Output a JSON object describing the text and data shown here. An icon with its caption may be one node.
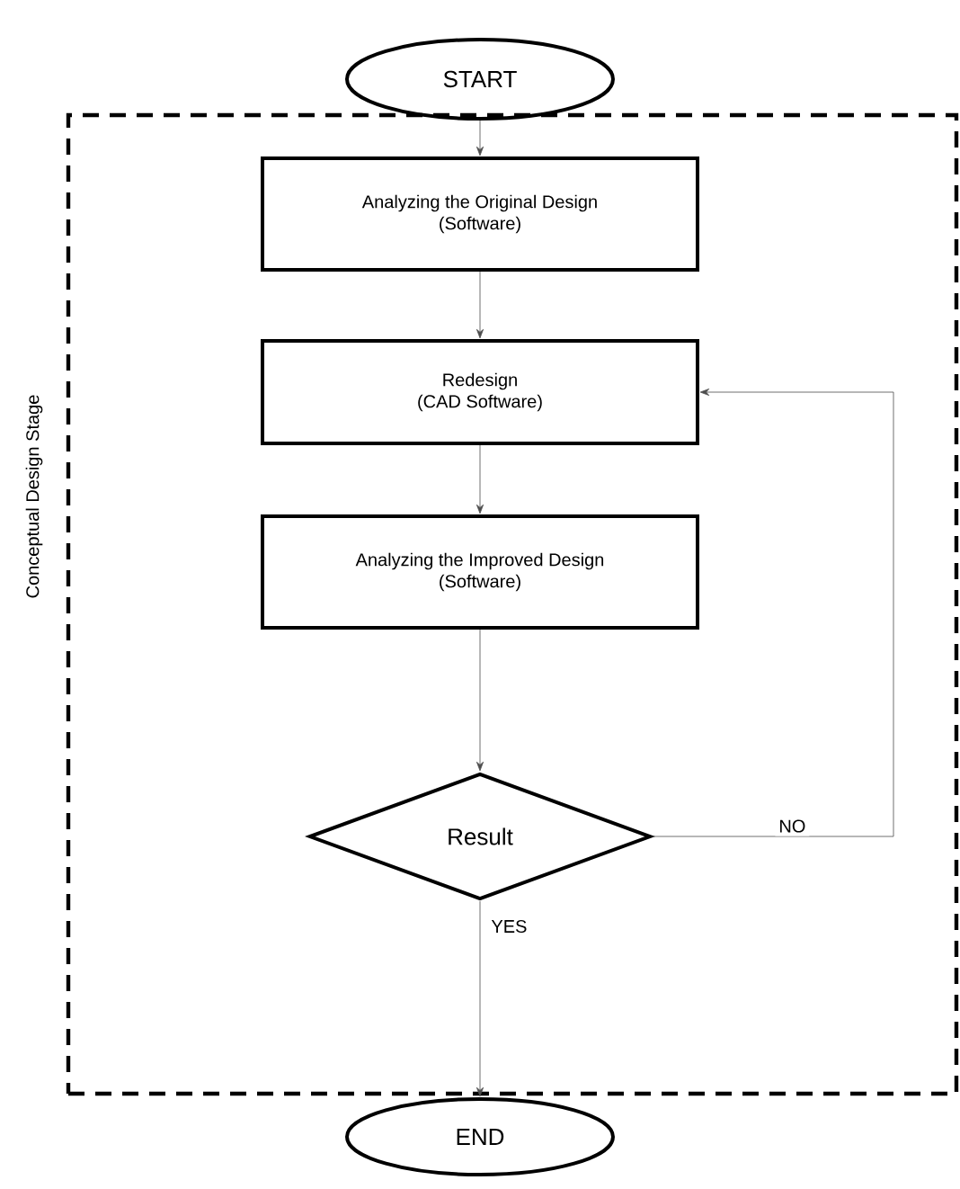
{
  "diagram": {
    "nodes": [
      {
        "text": [
          "START"
        ]
      },
      {
        "text": [
          "Conceptual Design Stage"
        ]
      },
      {
        "text": [
          "Analyzing the Original Design",
          "(Software)"
        ],
        "in": 1
      },
      {
        "text": [
          "Redesign",
          "(CAD Software)"
        ],
        "in": 1
      },
      {
        "text": [
          "Analyzing the Improved Design",
          "(Software)"
        ],
        "in": 1
      },
      {
        "text": [
          "Result"
        ],
        "in": 1
      },
      {
        "text": [
          "END"
        ]
      }
    ],
    "edges": [
      {
        "from": 0,
        "to": 2,
        "arrow": "to"
      },
      {
        "from": 2,
        "to": 3,
        "arrow": "to"
      },
      {
        "from": 3,
        "to": 4,
        "arrow": "to"
      },
      {
        "from": 4,
        "to": 5,
        "arrow": "to"
      },
      {
        "from": 5,
        "to": 3,
        "arrow": "to",
        "label": "NO"
      },
      {
        "from": 5,
        "to": 6,
        "arrow": "to",
        "label": "YES"
      }
    ]
  }
}
